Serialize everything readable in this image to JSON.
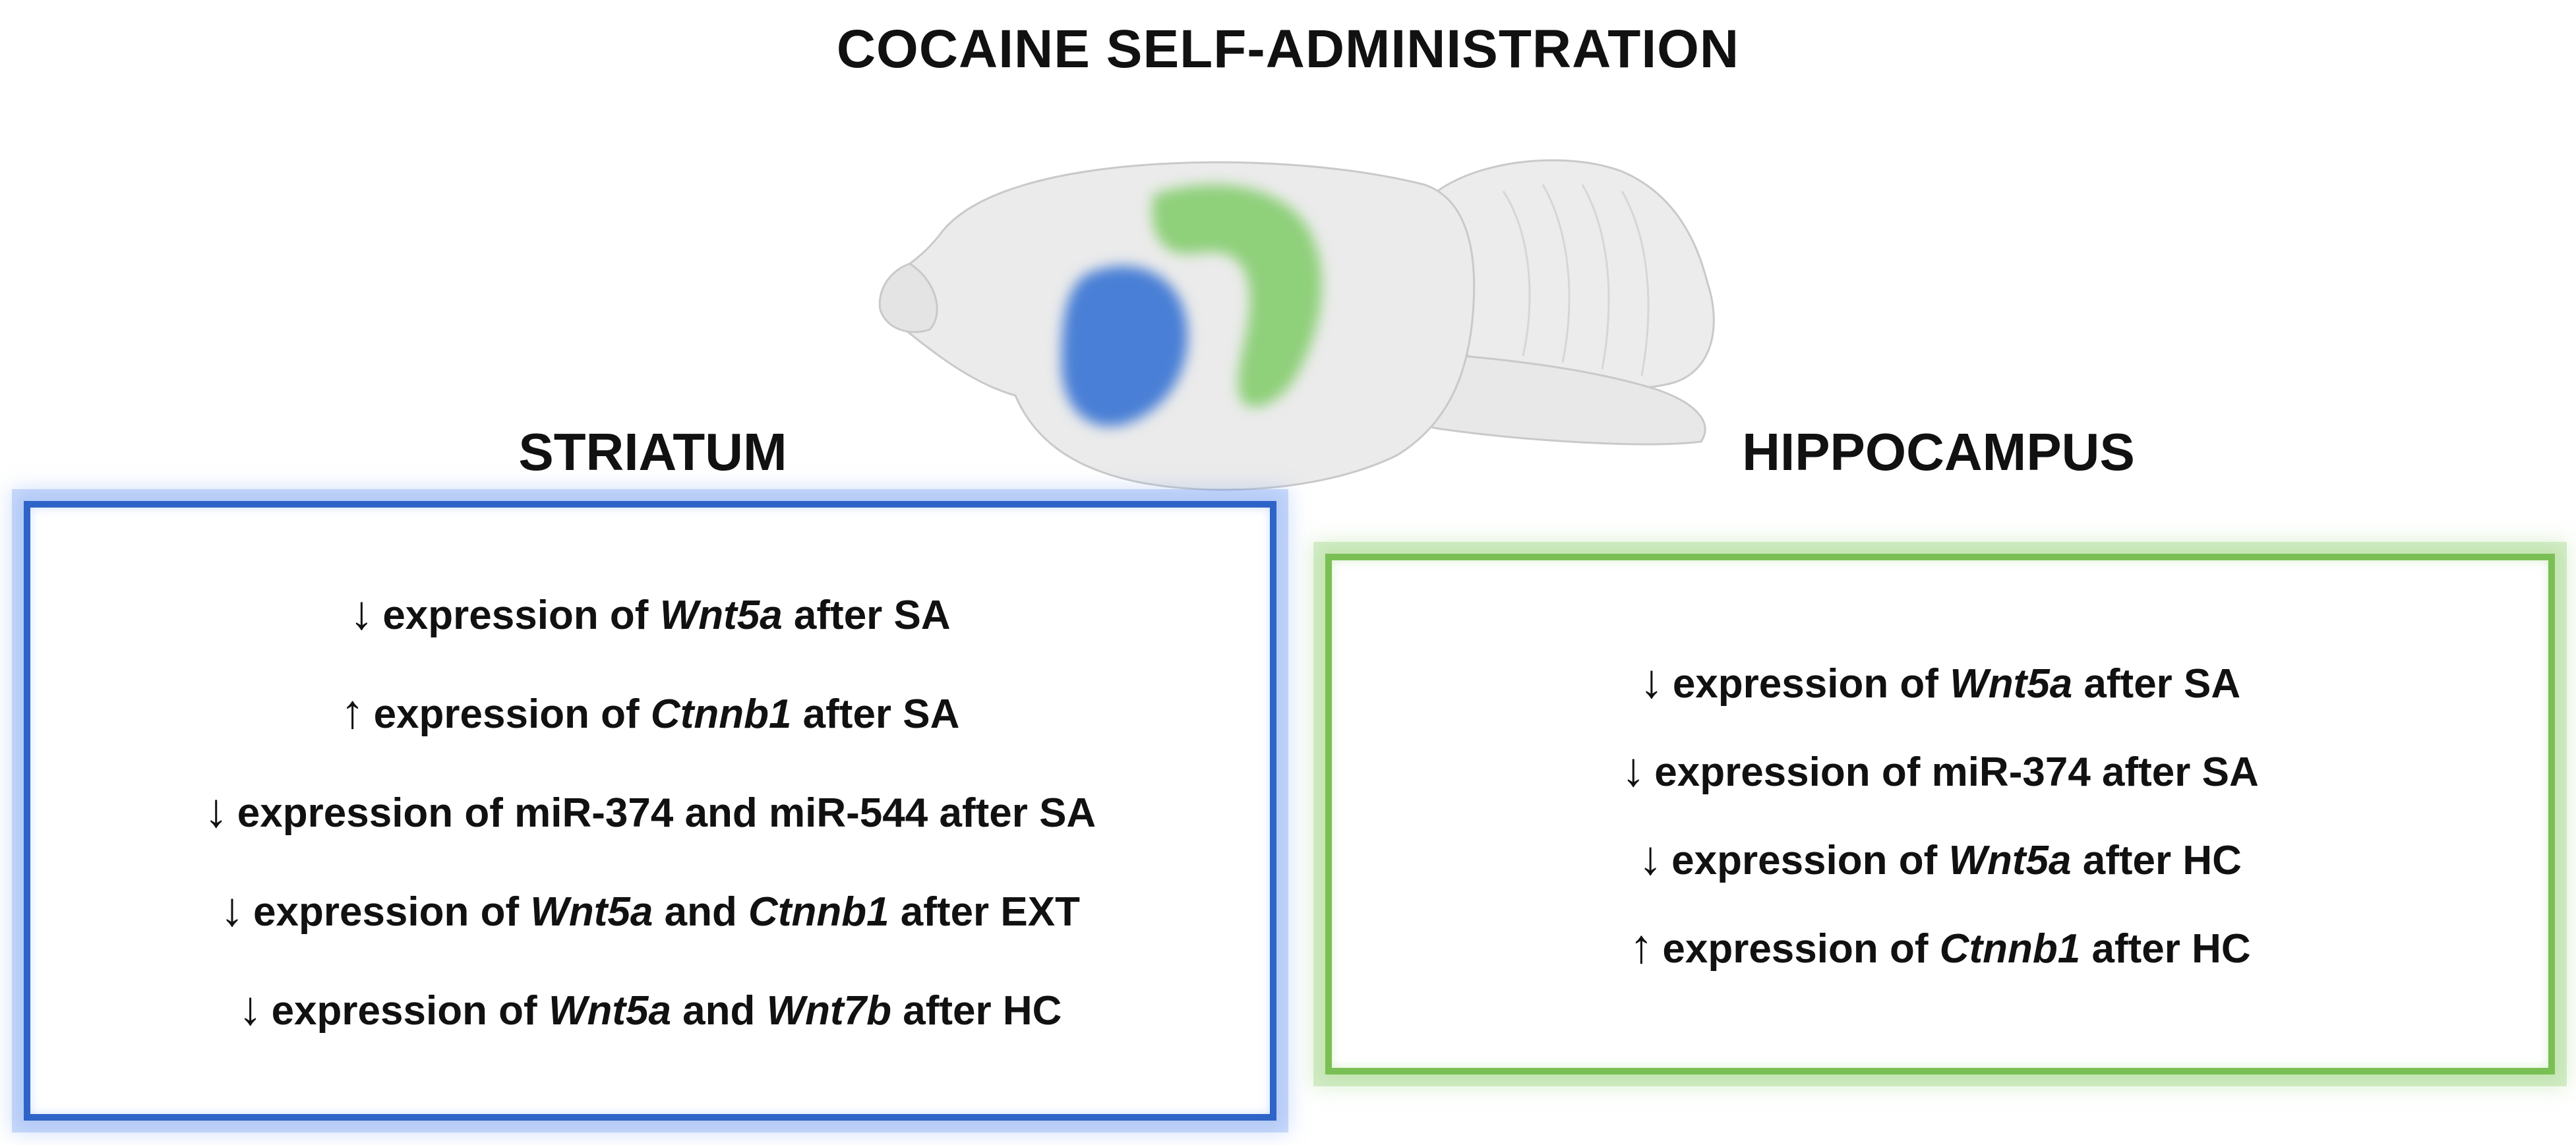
{
  "title": "COCAINE SELF-ADMINISTRATION",
  "colors": {
    "striatum": "#2e64c8",
    "striatum_fill": "#4a7fd6",
    "hippocampus": "#7abf54",
    "hippocampus_fill": "#8fd07a",
    "brain": "#ececec"
  },
  "striatum": {
    "heading": "STRIATUM",
    "findings": [
      {
        "arrow": "↓",
        "pre": "expression of ",
        "gene1": "Wnt5a",
        "mid": "",
        "gene2": "",
        "post": " after SA"
      },
      {
        "arrow": "↑",
        "pre": "expression of ",
        "gene1": "Ctnnb1",
        "mid": "",
        "gene2": "",
        "post": " after SA"
      },
      {
        "arrow": "↓",
        "pre": "expression of miR-374 and miR-544 after SA",
        "gene1": "",
        "mid": "",
        "gene2": "",
        "post": ""
      },
      {
        "arrow": "↓",
        "pre": "expression of ",
        "gene1": "Wnt5a",
        "mid": " and ",
        "gene2": "Ctnnb1",
        "post": " after EXT"
      },
      {
        "arrow": "↓",
        "pre": "expression of ",
        "gene1": "Wnt5a",
        "mid": " and ",
        "gene2": "Wnt7b",
        "post": " after HC"
      }
    ]
  },
  "hippocampus": {
    "heading": "HIPPOCAMPUS",
    "findings": [
      {
        "arrow": "↓",
        "pre": "expression of ",
        "gene1": "Wnt5a",
        "mid": "",
        "gene2": "",
        "post": " after SA"
      },
      {
        "arrow": "↓",
        "pre": "expression of miR-374 after SA",
        "gene1": "",
        "mid": "",
        "gene2": "",
        "post": ""
      },
      {
        "arrow": "↓",
        "pre": "expression of ",
        "gene1": "Wnt5a",
        "mid": "",
        "gene2": "",
        "post": " after HC"
      },
      {
        "arrow": "↑",
        "pre": "expression of ",
        "gene1": "Ctnnb1",
        "mid": "",
        "gene2": "",
        "post": " after HC"
      }
    ]
  }
}
